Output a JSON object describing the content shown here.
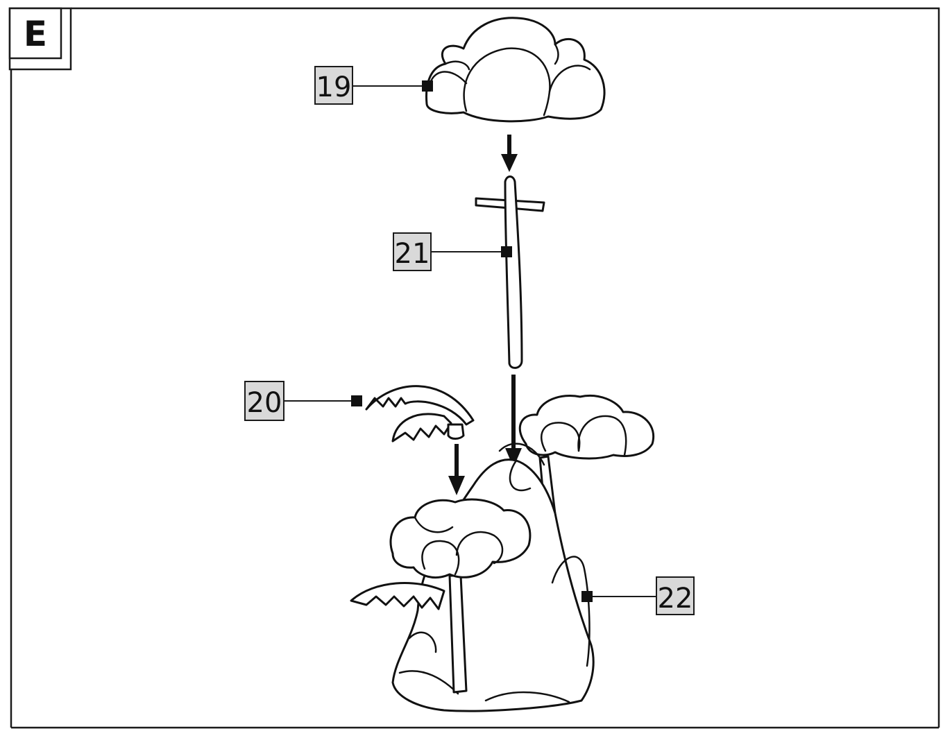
{
  "step": {
    "letter": "E"
  },
  "parts": [
    {
      "number": "19",
      "part": "cloud-canopy-top"
    },
    {
      "number": "21",
      "part": "support-rod"
    },
    {
      "number": "20",
      "part": "palm-leaf-piece"
    },
    {
      "number": "22",
      "part": "rock-base"
    }
  ],
  "icons": [
    "down-arrow-icon"
  ],
  "colors": {
    "ink": "#111111",
    "label_fill": "#d9d9d9",
    "background": "#ffffff"
  }
}
